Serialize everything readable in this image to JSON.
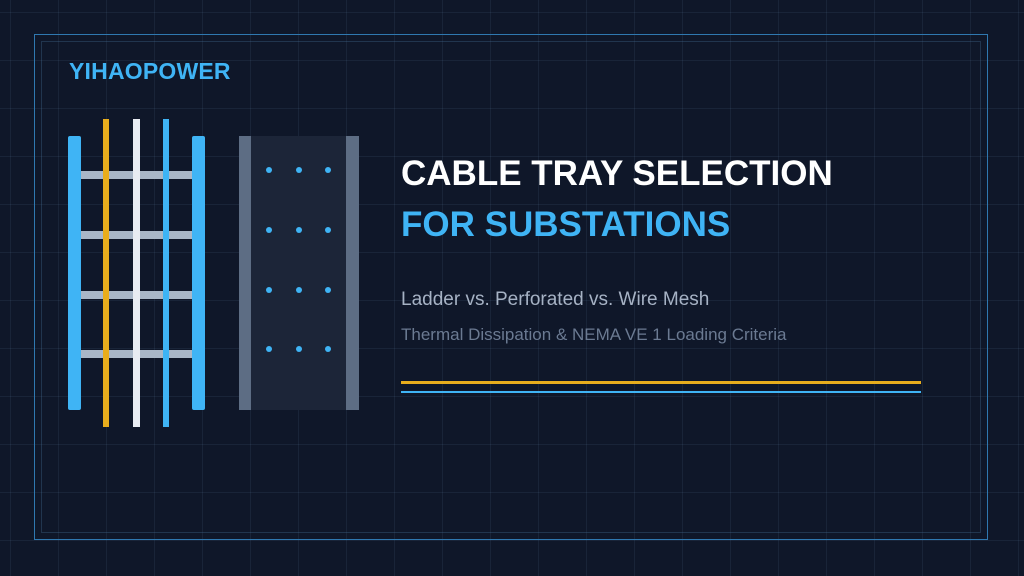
{
  "brand": {
    "name": "YIHAOPOWER"
  },
  "headline": {
    "line1": "CABLE TRAY SELECTION",
    "line2": "FOR SUBSTATIONS"
  },
  "subtitle": {
    "line1": "Ladder vs. Perforated vs. Wire Mesh",
    "line2": "Thermal Dissipation & NEMA VE 1 Loading Criteria"
  },
  "colors": {
    "background": "#0f1729",
    "accent_blue": "#3fb4f5",
    "accent_gold": "#e8ad1d",
    "white": "#ffffff",
    "steel_gray": "#5d6d84",
    "rung_gray": "#a9b7c8"
  },
  "icons": [
    "ladder-tray-icon",
    "perforated-tray-icon"
  ]
}
